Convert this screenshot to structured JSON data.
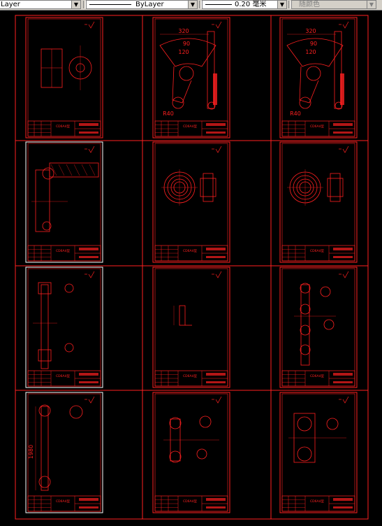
{
  "properties_toolbar": {
    "layer_value": "Layer",
    "linetype_value": "ByLayer",
    "lineweight_value": "0.20 毫米",
    "color_value": "随颜色"
  },
  "sheets": [
    {
      "id": "s1",
      "title_text": "CD6A4型"
    },
    {
      "id": "s2",
      "title_text": "CD6A4型",
      "dims": [
        "320",
        "90",
        "120",
        "R40"
      ]
    },
    {
      "id": "s3",
      "title_text": "CD6A4型",
      "dims": [
        "320",
        "90",
        "120",
        "R40"
      ]
    },
    {
      "id": "s4",
      "title_text": "CD6A4型"
    },
    {
      "id": "s5",
      "title_text": "CD6A4型"
    },
    {
      "id": "s6",
      "title_text": "CD6A4型"
    },
    {
      "id": "s7",
      "title_text": "CD6A4型"
    },
    {
      "id": "s8",
      "title_text": "CD6A4型"
    },
    {
      "id": "s9",
      "title_text": "CD6A4型"
    },
    {
      "id": "s10",
      "title_text": "CD6A4型",
      "dims": [
        "1980"
      ]
    },
    {
      "id": "s11",
      "title_text": "CD6A4型"
    },
    {
      "id": "s12",
      "title_text": "CD6A4型"
    }
  ]
}
